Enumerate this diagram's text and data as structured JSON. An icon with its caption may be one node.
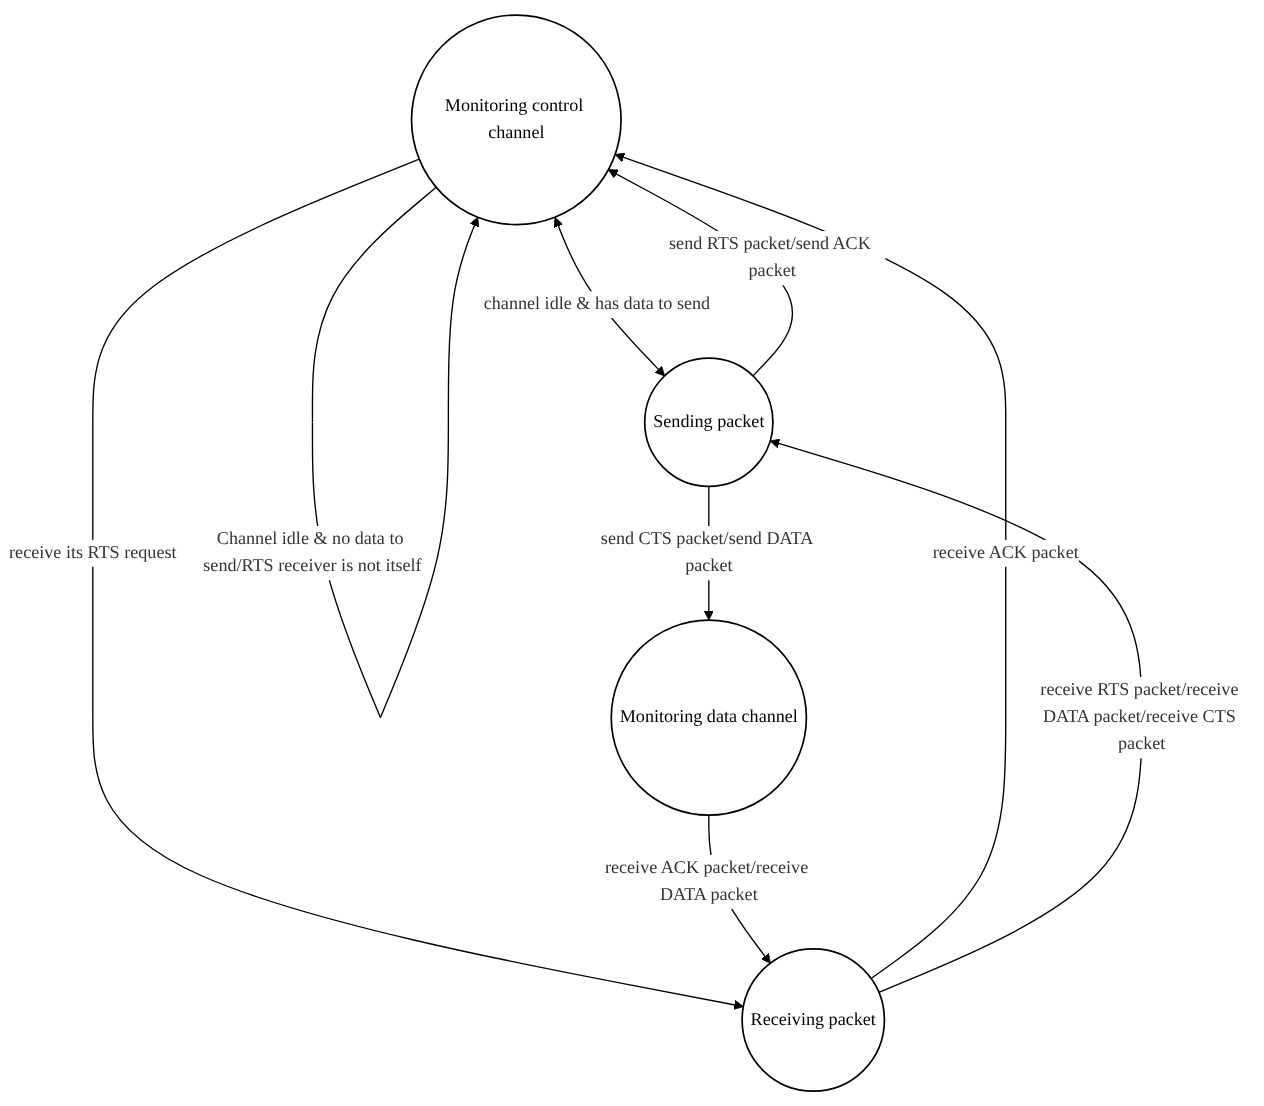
{
  "diagram": {
    "nodes": [
      {
        "text": [
          "Monitoring control channel"
        ]
      },
      {
        "text": [
          "Sending packet"
        ]
      },
      {
        "text": [
          "Receiving packet"
        ]
      },
      {
        "text": [
          "Monitoring data channel"
        ]
      }
    ],
    "edges": [
      {
        "from": 0,
        "to": 0,
        "arrow": "to",
        "label": "Channel idle & no data to send/RTS receiver is not itself"
      },
      {
        "from": 0,
        "to": 1,
        "arrow": "both",
        "label": "channel idle & has data to send"
      },
      {
        "from": 1,
        "to": 0,
        "arrow": "to",
        "label": "send RTS packet/send ACK packet"
      },
      {
        "from": 2,
        "to": 0,
        "arrow": "to",
        "label": "receive ACK packet"
      },
      {
        "from": 0,
        "to": 2,
        "arrow": "to",
        "label": "receive its RTS request"
      },
      {
        "from": 2,
        "to": 1,
        "arrow": "to",
        "label": "receive RTS packet/receive DATA packet/receive CTS packet"
      },
      {
        "from": 1,
        "to": 3,
        "arrow": "to",
        "label": "send CTS packet/send DATA packet"
      },
      {
        "from": 3,
        "to": 2,
        "arrow": "to",
        "label": "receive ACK packet/receive DATA packet"
      }
    ]
  }
}
